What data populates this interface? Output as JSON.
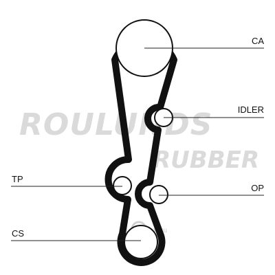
{
  "watermark": {
    "brand_line1": "ROULUNDS",
    "brand_line2": "RUBBER",
    "site": "oboe.ru",
    "color": "#d9d9d9"
  },
  "labels": {
    "ca": "CA",
    "idler": "IDLER",
    "tp": "TP",
    "op": "OP",
    "cs": "CS"
  },
  "colors": {
    "belt": "#111111",
    "leader": "#222222"
  }
}
